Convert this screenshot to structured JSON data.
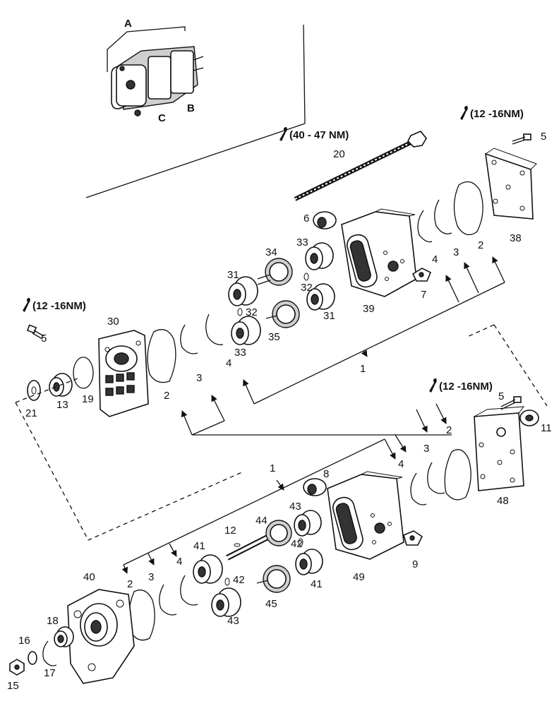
{
  "labels": {
    "A": "A",
    "B": "B",
    "C": "C",
    "n1a": "1",
    "n1b": "1",
    "n2a": "2",
    "n2b": "2",
    "n2c": "2",
    "n2d": "2",
    "n3a": "3",
    "n3b": "3",
    "n3c": "3",
    "n3d": "3",
    "n4a": "4",
    "n4b": "4",
    "n4c": "4",
    "n4d": "4",
    "n5a": "5",
    "n5b": "5",
    "n5c": "5",
    "n6": "6",
    "n7": "7",
    "n8": "8",
    "n9": "9",
    "n11": "11",
    "n12": "12",
    "n13": "13",
    "n15": "15",
    "n16": "16",
    "n17": "17",
    "n18": "18",
    "n19": "19",
    "n20": "20",
    "n21": "21",
    "n30": "30",
    "n31a": "31",
    "n31b": "31",
    "n32a": "32",
    "n32b": "32",
    "n33a": "33",
    "n33b": "33",
    "n34": "34",
    "n35": "35",
    "n38": "38",
    "n39": "39",
    "n40": "40",
    "n41a": "41",
    "n41b": "41",
    "n42a": "42",
    "n42b": "42",
    "n43a": "43",
    "n43b": "43",
    "n44": "44",
    "n45": "45",
    "n48": "48",
    "n49": "49"
  },
  "torque": {
    "t1": "(12 -16NM)",
    "t2": "(40 - 47 NM)",
    "t3": "(12 -16NM)",
    "t4": "(12 -16NM)"
  }
}
